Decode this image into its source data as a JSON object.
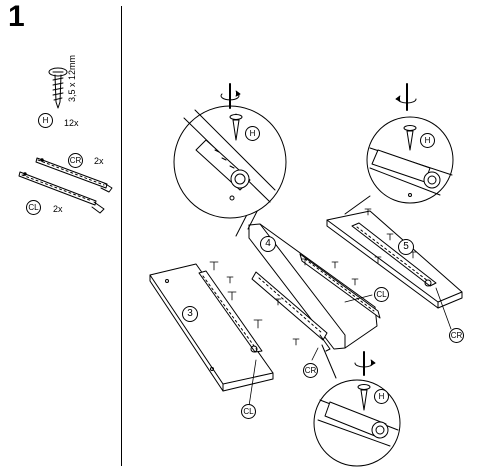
{
  "step": {
    "number": "1"
  },
  "parts": {
    "screw": {
      "size": "3,5 x 12mm",
      "code": "H",
      "quantity": "12x"
    },
    "right_rail": {
      "code": "CR",
      "quantity": "2x"
    },
    "left_rail": {
      "code": "CL",
      "quantity": "2x"
    }
  },
  "diagram": {
    "panels": [
      "3",
      "4",
      "5"
    ],
    "callouts": {
      "cl_upper": "CL",
      "cl_lower": "CL",
      "cr_middle": "CR",
      "cr_right": "CR",
      "screw_h_left": "H",
      "screw_h_right": "H",
      "screw_h_bottom": "H"
    }
  }
}
